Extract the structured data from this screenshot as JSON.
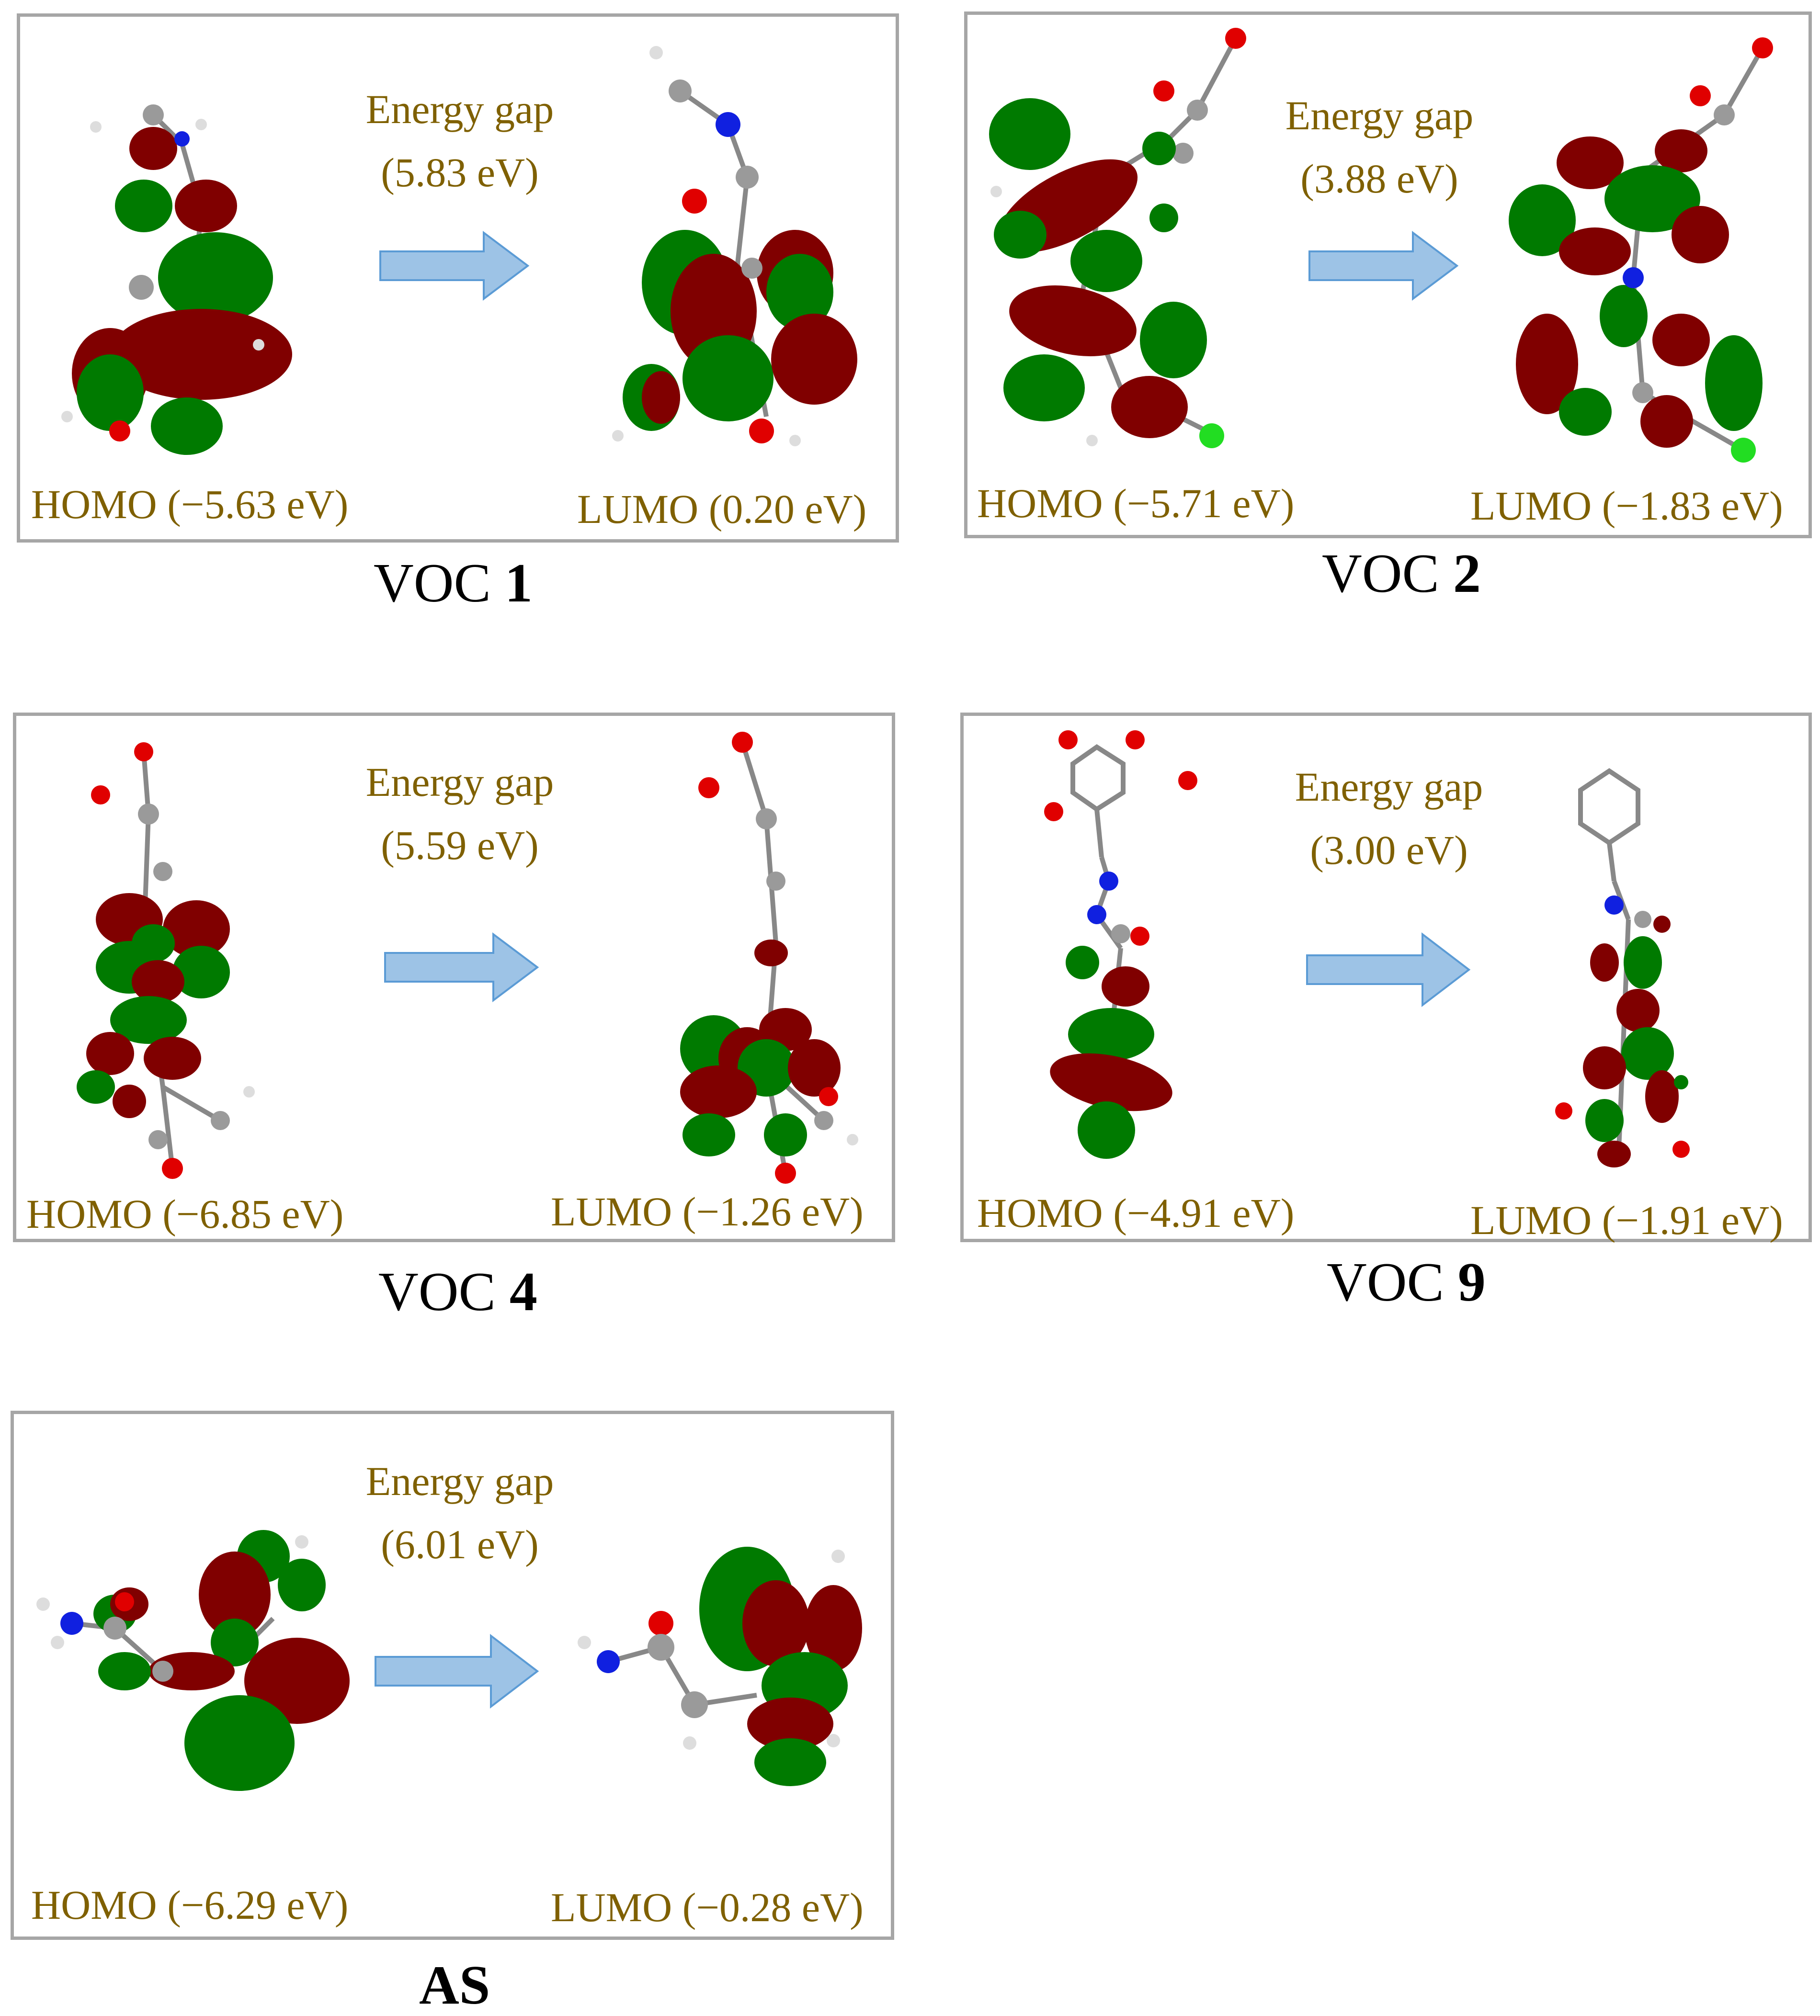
{
  "colors": {
    "text": "#7f6000",
    "border": "#a6a6a6",
    "arrow_fill": "#9dc3e6",
    "arrow_stroke": "#5b9bd5",
    "orbital_red": "#800000",
    "orbital_green": "#007a00",
    "atom_carbon": "#9a9a9a",
    "atom_oxygen": "#e00000",
    "atom_nitrogen": "#1020e0",
    "atom_chlorine": "#22dd22"
  },
  "panels": [
    {
      "id": "voc1",
      "title_prefix": "VOC ",
      "title_bold": "1",
      "gap_label": "Energy gap",
      "gap_value": "(5.83 eV)",
      "homo": "HOMO (−5.63 eV)",
      "lumo": "LUMO (0.20 eV)"
    },
    {
      "id": "voc2",
      "title_prefix": "VOC ",
      "title_bold": "2",
      "gap_label": "Energy gap",
      "gap_value": "(3.88 eV)",
      "homo": "HOMO (−5.71 eV)",
      "lumo": "LUMO (−1.83 eV)"
    },
    {
      "id": "voc4",
      "title_prefix": "VOC ",
      "title_bold": "4",
      "gap_label": "Energy gap",
      "gap_value": "(5.59 eV)",
      "homo": "HOMO (−6.85 eV)",
      "lumo": "LUMO (−1.26 eV)"
    },
    {
      "id": "voc9",
      "title_prefix": "VOC ",
      "title_bold": "9",
      "gap_label": "Energy gap",
      "gap_value": "(3.00 eV)",
      "homo": "HOMO (−4.91 eV)",
      "lumo": "LUMO (−1.91 eV)"
    },
    {
      "id": "as",
      "title_prefix": "",
      "title_bold": "AS",
      "gap_label": "Energy gap",
      "gap_value": "(6.01 eV)",
      "homo": "HOMO (−6.29 eV)",
      "lumo": "LUMO (−0.28 eV)"
    }
  ]
}
